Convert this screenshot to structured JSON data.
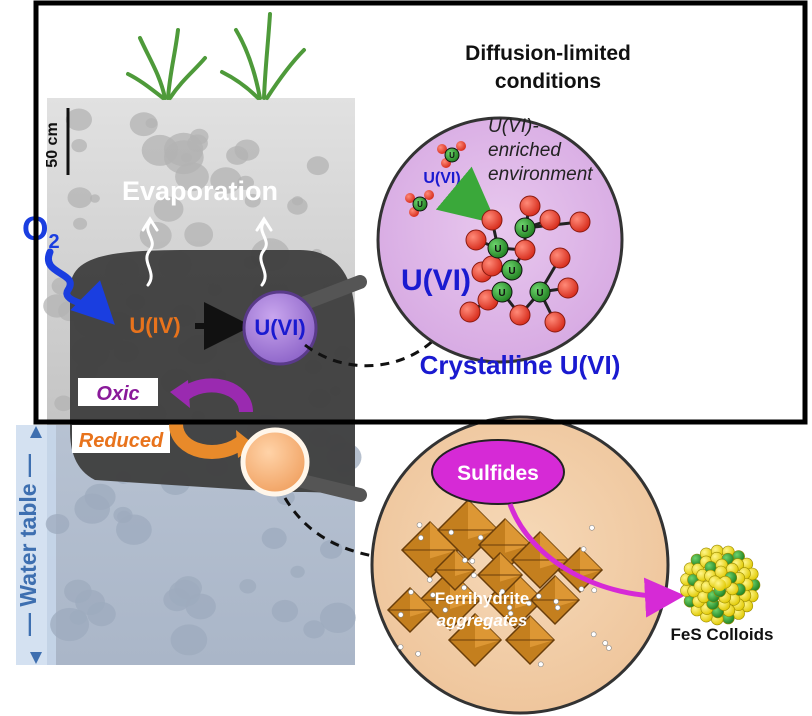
{
  "panel": {
    "title_line1": "Diffusion-limited",
    "title_line2": "conditions"
  },
  "soil": {
    "scale_label": "50 cm",
    "evaporation_label": "Evaporation",
    "oxygen_label": "O",
    "oxygen_subscript": "2",
    "water_table_label": "— Water table —"
  },
  "redox": {
    "reduced_species": "U(IV)",
    "oxidized_species": "U(VI)",
    "oxic_label": "Oxic",
    "reduced_label": "Reduced"
  },
  "magnified_uranium": {
    "environment_line1": "U(VI)-",
    "environment_line2": "enriched",
    "environment_line3": "environment",
    "small_label": "U(VI)",
    "large_label": "U(VI)",
    "atom_label": "U",
    "product_label": "Crystalline U(VI)"
  },
  "magnified_iron": {
    "sulfides_label": "Sulfides",
    "mineral_line1": "Ferrihydrite",
    "mineral_line2": "aggregates",
    "product_label": "FeS Colloids"
  },
  "colors": {
    "uranium_blue": "#1a1ad0",
    "u4_orange": "#e8731c",
    "oxic_purple": "#8a1a9a",
    "sulfide_magenta": "#d62ad6",
    "crystal_red": "#e33b2a",
    "crystal_green": "#2e9a2e"
  }
}
